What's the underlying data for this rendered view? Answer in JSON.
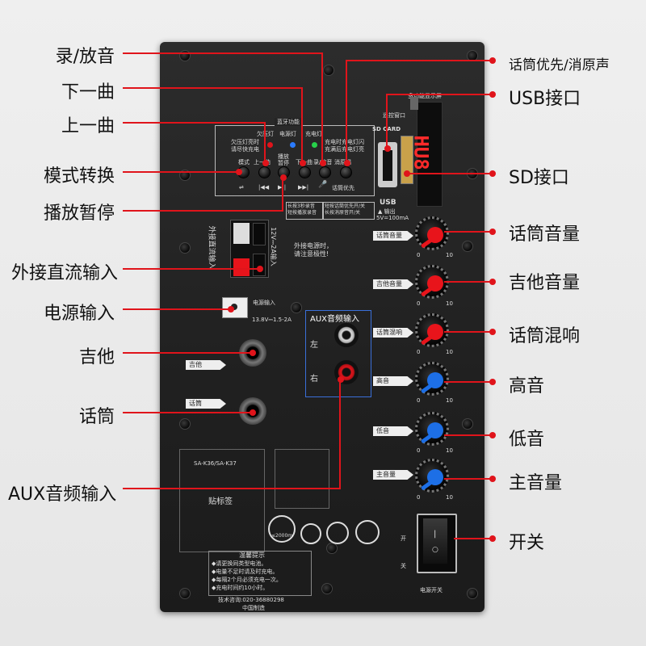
{
  "annotations_left": [
    "录/放音",
    "下一曲",
    "上一曲",
    "模式转换",
    "播放暂停",
    "外接直流输入",
    "电源输入",
    "吉他",
    "话筒",
    "AUX音频输入"
  ],
  "annotations_right": [
    "话筒优先/消原声",
    "USB接口",
    "SD接口",
    "话筒音量",
    "吉他音量",
    "话筒混响",
    "高音",
    "低音",
    "主音量",
    "开关"
  ],
  "panel": {
    "bt_title": "蓝牙功能",
    "led_labels": [
      "欠压灯",
      "电源灯",
      "充电灯"
    ],
    "led_note_left": "欠压灯亮时\n请尽快充电",
    "led_note_right": "充电时充电灯闪\n充满后充电灯亮",
    "buttons": [
      "模式",
      "上一曲",
      "播放\n暂停",
      "下一曲",
      "录/放音",
      "消原唱"
    ],
    "btn_symbols": [
      "⇌",
      "|◀◀",
      "▶||",
      "▶▶|",
      "",
      "🎤"
    ],
    "mic_priority": "话筒优先",
    "record_note": "长按3秒录音\n短按播放录音",
    "mic_note": "短按话筒优先开/关\n长按消原音开/关",
    "display_title": "多功能显示屏",
    "remote_window": "遥控窗口",
    "display_text": "HU8",
    "sd_card": "SD CARD",
    "usb": "USB",
    "usb_out": "▲ 输出",
    "usb_spec": "5V=100mA",
    "dc_in_label": "外接直流输入",
    "dc_spec": "12V⎓2A输入",
    "dc_warning": "外接电源时，\n请注意极性!",
    "power_in": "电源输入",
    "power_spec": "13.8V⎓1.5-2A",
    "aux_title": "AUX音频输入",
    "aux_left": "左",
    "aux_right": "右",
    "guitar_tag": "吉他",
    "mic_tag": "话筒",
    "model": "SA-K36/SA-K37",
    "sticker": "贴标签",
    "knob_labels": [
      "话筒音量",
      "吉他音量",
      "话筒混响",
      "高音",
      "低音",
      "主音量"
    ],
    "scale_min": "0",
    "scale_max": "10",
    "switch_on": "开",
    "switch_off": "关",
    "power_switch": "电源开关",
    "cert_mark": "≤2000m",
    "tips_title": "温馨提示",
    "tips": [
      "◆请更换同类型电池。",
      "◆电量不足时请及时充电。",
      "◆每隔2个月必须充电一次。",
      "◆充电时间约10小时。"
    ],
    "tech": "技术咨询:020-36880298",
    "made_in": "中国制造"
  },
  "colors": {
    "accent_red": "#e0141b",
    "knob_red": "#e8141b",
    "knob_blue": "#1d6fe6"
  }
}
